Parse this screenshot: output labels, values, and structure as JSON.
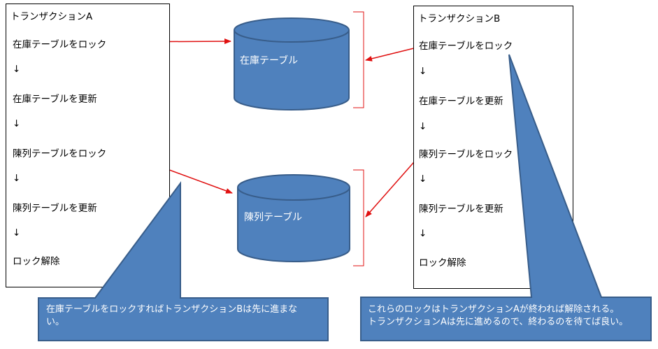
{
  "transaction_a": {
    "title": "トランザクションA",
    "steps": [
      "在庫テーブルをロック",
      "↓",
      "在庫テーブルを更新",
      "↓",
      "陳列テーブルをロック",
      "↓",
      "陳列テーブルを更新",
      "↓",
      "ロック解除"
    ]
  },
  "transaction_b": {
    "title": "トランザクションB",
    "steps": [
      "在庫テーブルをロック",
      "↓",
      "在庫テーブルを更新",
      "↓",
      "陳列テーブルをロック",
      "↓",
      "陳列テーブルを更新",
      "↓",
      "ロック解除"
    ]
  },
  "tables": {
    "stock": "在庫テーブル",
    "display": "陳列テーブル"
  },
  "callouts": {
    "left": [
      "在庫テーブルをロックすればトランザクションBは先に進まな",
      "い。"
    ],
    "right": [
      "これらのロックはトランザクションAが終われば解除される。",
      "トランザクションAは先に進めるので、終わるのを待てば良い。"
    ]
  },
  "colors": {
    "shape_fill": "#4f81bd",
    "shape_stroke": "#385d8a",
    "arrow": "#e01010"
  }
}
